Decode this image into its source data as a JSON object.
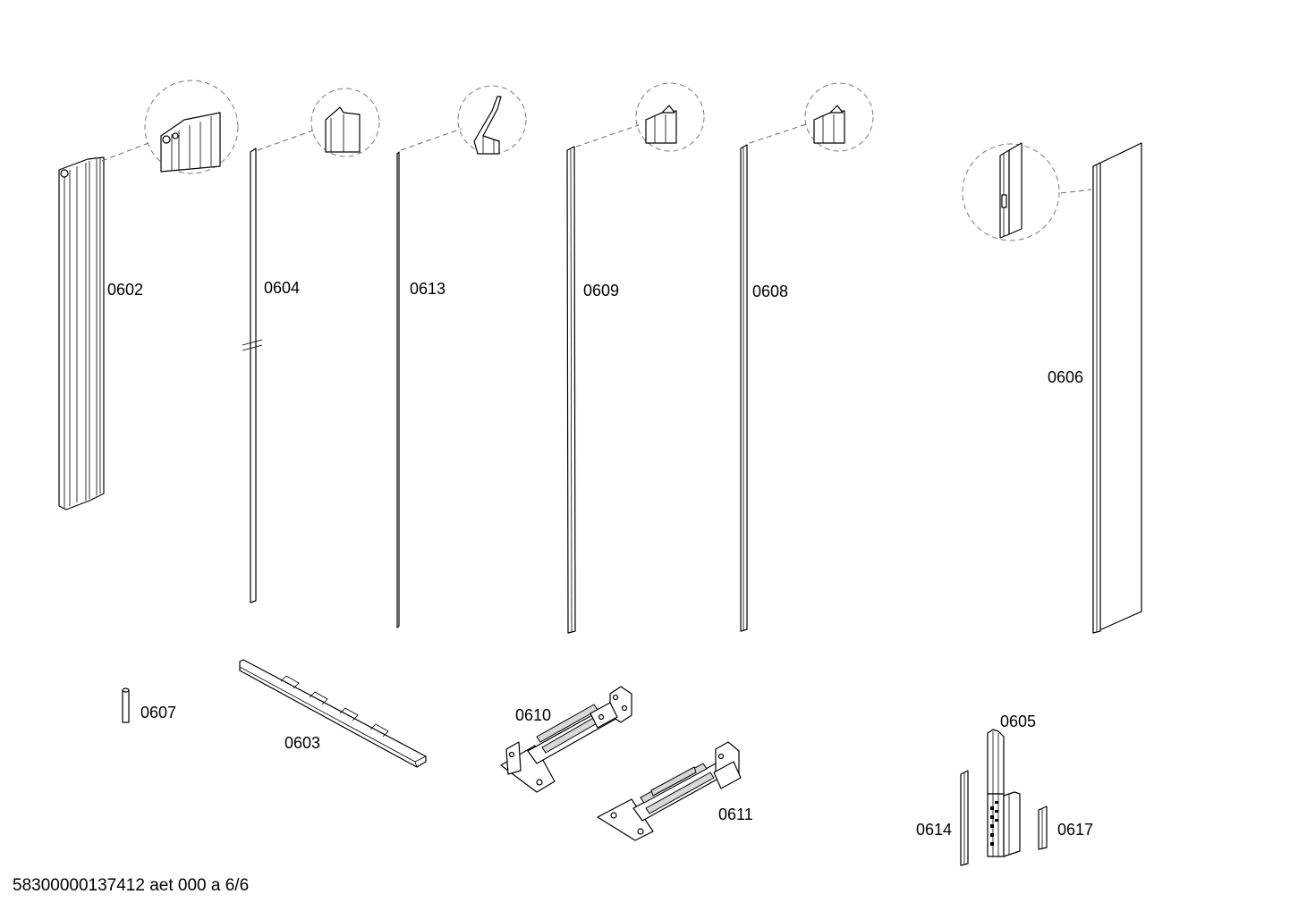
{
  "parts": {
    "p0602": "0602",
    "p0604": "0604",
    "p0613": "0613",
    "p0609": "0609",
    "p0608": "0608",
    "p0606": "0606",
    "p0607": "0607",
    "p0603": "0603",
    "p0610": "0610",
    "p0611": "0611",
    "p0605": "0605",
    "p0614": "0614",
    "p0617": "0617"
  },
  "footer": "58300000137412 aet 000 a 6/6"
}
